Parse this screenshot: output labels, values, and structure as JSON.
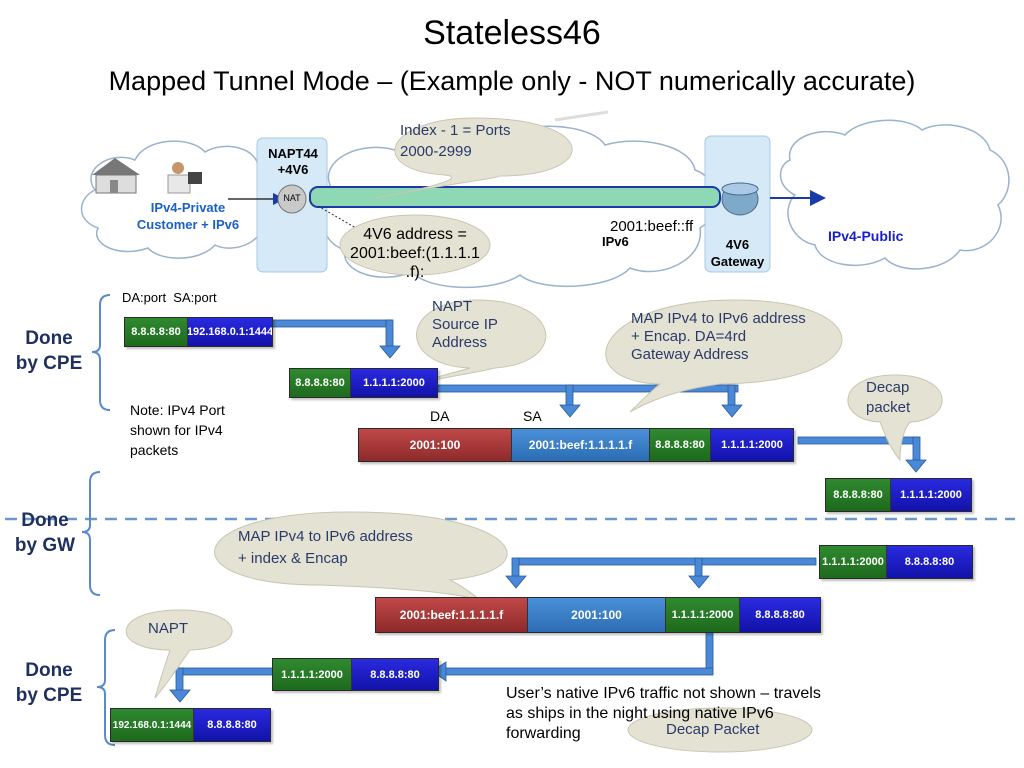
{
  "title": "Stateless46",
  "subtitle": "Mapped Tunnel Mode – (Example only - NOT numerically accurate)",
  "top": {
    "customer_label": "IPv4-Private\nCustomer + IPv6",
    "napt_box": "NAPT44\n+4V6",
    "nat_icon": "NAT",
    "index_callout": "Index - 1 = Ports\n2000-2999",
    "v6_addr_callout": "4V6 address =\n2001:beef:(1.1.1.1\n.f):",
    "ipv6_label": "IPv6",
    "gw_addr": "2001:beef::ff",
    "gateway_label": "4V6\nGateway",
    "public_label": "IPv4-Public"
  },
  "headers": {
    "da_sa": "DA:port  SA:port",
    "da": "DA",
    "sa": "SA"
  },
  "side_labels": {
    "cpe1": "Done\nby CPE",
    "gw": "Done\nby GW",
    "cpe2": "Done\nby CPE"
  },
  "notes": {
    "ipv4_port": "Note: IPv4 Port\nshown for IPv4\npackets",
    "native_v6": "User’s native IPv6 traffic not shown – travels\nas ships in the night using native IPv6\nforwarding"
  },
  "callouts": {
    "napt_source": "NAPT\nSource IP\nAddress",
    "map_encap": "MAP IPv4 to IPv6 address\n+ Encap. DA=4rd\nGateway Address",
    "decap1": "Decap\npacket",
    "map_index": "MAP IPv4 to IPv6 address\n+ index & Encap",
    "napt2": "NAPT",
    "decap2": "Decap Packet"
  },
  "packets": {
    "p1": [
      "8.8.8.8:80",
      "192.168.0.1:1444"
    ],
    "p2": [
      "8.8.8.8:80",
      "1.1.1.1:2000"
    ],
    "p3": [
      "2001:100",
      "2001:beef:1.1.1.1.f",
      "8.8.8.8:80",
      "1.1.1.1:2000"
    ],
    "p4": [
      "8.8.8.8:80",
      "1.1.1.1:2000"
    ],
    "p5": [
      "1.1.1.1:2000",
      "8.8.8.8:80"
    ],
    "p6": [
      "2001:beef:1.1.1.1.f",
      "2001:100",
      "1.1.1.1:2000",
      "8.8.8.8:80"
    ],
    "p7": [
      "1.1.1.1:2000",
      "8.8.8.8:80"
    ],
    "p8": [
      "192.168.0.1:1444",
      "8.8.8.8:80"
    ]
  }
}
